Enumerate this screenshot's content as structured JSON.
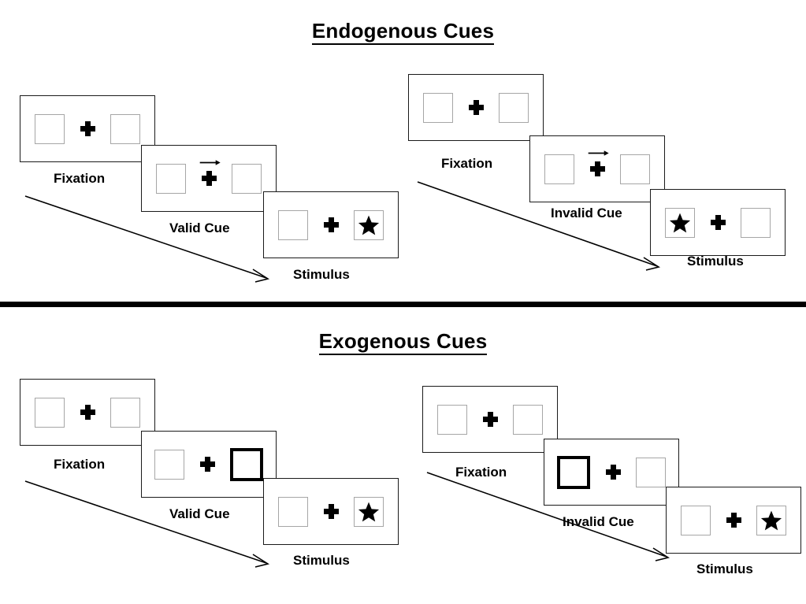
{
  "figure": {
    "title_endogenous": "Endogenous Cues",
    "title_exogenous": "Exogenous Cues"
  },
  "labels": {
    "fixation": "Fixation",
    "valid_cue": "Valid Cue",
    "invalid_cue": "Invalid Cue",
    "stimulus": "Stimulus"
  },
  "colors": {
    "frame": "#1a1a1a",
    "placeholder_box": "#a6a6a6",
    "cued_box": "#000000",
    "star": "#000000",
    "divider": "#000000",
    "background": "#ffffff"
  },
  "sections": [
    {
      "id": "endogenous",
      "title": "Endogenous Cues",
      "cue_type": "arrow",
      "sequences": [
        {
          "id": "endogenous-valid",
          "cue_label": "Valid Cue",
          "cue_validity": "valid",
          "panels": [
            {
              "stage": "Fixation",
              "left_box": "empty",
              "right_box": "empty",
              "center": "plus"
            },
            {
              "stage": "Valid Cue",
              "left_box": "empty",
              "right_box": "empty",
              "center": "plus-with-right-arrow"
            },
            {
              "stage": "Stimulus",
              "left_box": "empty",
              "right_box": "star",
              "center": "plus"
            }
          ]
        },
        {
          "id": "endogenous-invalid",
          "cue_label": "Invalid Cue",
          "cue_validity": "invalid",
          "panels": [
            {
              "stage": "Fixation",
              "left_box": "empty",
              "right_box": "empty",
              "center": "plus"
            },
            {
              "stage": "Invalid Cue",
              "left_box": "empty",
              "right_box": "empty",
              "center": "plus-with-right-arrow"
            },
            {
              "stage": "Stimulus",
              "left_box": "star",
              "right_box": "empty",
              "center": "plus"
            }
          ]
        }
      ]
    },
    {
      "id": "exogenous",
      "title": "Exogenous Cues",
      "cue_type": "box-highlight",
      "sequences": [
        {
          "id": "exogenous-valid",
          "cue_label": "Valid Cue",
          "cue_validity": "valid",
          "panels": [
            {
              "stage": "Fixation",
              "left_box": "empty",
              "right_box": "empty",
              "center": "plus"
            },
            {
              "stage": "Valid Cue",
              "left_box": "empty",
              "right_box": "cued",
              "center": "plus"
            },
            {
              "stage": "Stimulus",
              "left_box": "empty",
              "right_box": "star",
              "center": "plus"
            }
          ]
        },
        {
          "id": "exogenous-invalid",
          "cue_label": "Invalid Cue",
          "cue_validity": "invalid",
          "panels": [
            {
              "stage": "Fixation",
              "left_box": "empty",
              "right_box": "empty",
              "center": "plus"
            },
            {
              "stage": "Invalid Cue",
              "left_box": "cued",
              "right_box": "empty",
              "center": "plus"
            },
            {
              "stage": "Stimulus",
              "left_box": "empty",
              "right_box": "star",
              "center": "plus"
            }
          ]
        }
      ]
    }
  ],
  "icons": {
    "cue_arrow": "right-arrow-icon",
    "star": "star-icon",
    "fixation": "plus-icon",
    "timeline": "timeline-arrow-icon"
  }
}
